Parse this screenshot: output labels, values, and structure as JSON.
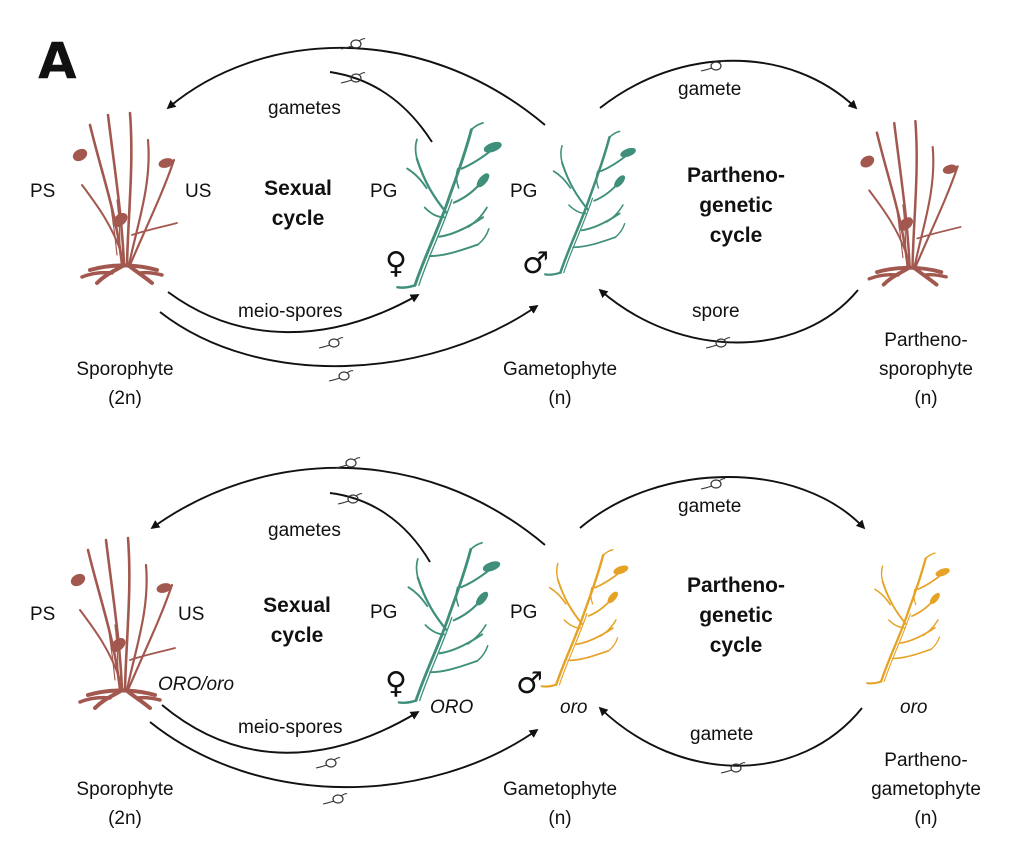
{
  "panel_label": "A",
  "colors": {
    "sporophyte": "#a3584f",
    "female_gametophyte": "#3f8f7b",
    "male_gametophyte_top": "#3f8f7b",
    "male_gametophyte_bottom": "#e6a225",
    "parthenosporophyte": "#a3584f",
    "parthenogametophyte": "#e6a225",
    "arrow": "#111111"
  },
  "top": {
    "gametes": "gametes",
    "gamete": "gamete",
    "sexual_cycle_1": "Sexual",
    "sexual_cycle_2": "cycle",
    "partheno_cycle_1": "Partheno-",
    "partheno_cycle_2": "genetic",
    "partheno_cycle_3": "cycle",
    "ps": "PS",
    "us": "US",
    "pg_female": "PG",
    "pg_male": "PG",
    "female_symbol": "♀",
    "male_symbol": "♂",
    "meio_spores": "meio-spores",
    "spore": "spore",
    "sporophyte": "Sporophyte",
    "sporophyte_ploidy": "(2n)",
    "gametophyte": "Gametophyte",
    "gametophyte_ploidy": "(n)",
    "right_stage_1": "Partheno-",
    "right_stage_2": "sporophyte",
    "right_ploidy": "(n)"
  },
  "bottom": {
    "gametes": "gametes",
    "gamete_top": "gamete",
    "sexual_cycle_1": "Sexual",
    "sexual_cycle_2": "cycle",
    "partheno_cycle_1": "Partheno-",
    "partheno_cycle_2": "genetic",
    "partheno_cycle_3": "cycle",
    "ps": "PS",
    "us": "US",
    "genotype_sporophyte": "ORO/oro",
    "pg_female": "PG",
    "pg_male": "PG",
    "female_symbol": "♀",
    "male_symbol": "♂",
    "genotype_female": "ORO",
    "genotype_male": "oro",
    "genotype_right": "oro",
    "meio_spores": "meio-spores",
    "gamete_bottom": "gamete",
    "sporophyte": "Sporophyte",
    "sporophyte_ploidy": "(2n)",
    "gametophyte": "Gametophyte",
    "gametophyte_ploidy": "(n)",
    "right_stage_1": "Partheno-",
    "right_stage_2": "gametophyte",
    "right_ploidy": "(n)"
  }
}
